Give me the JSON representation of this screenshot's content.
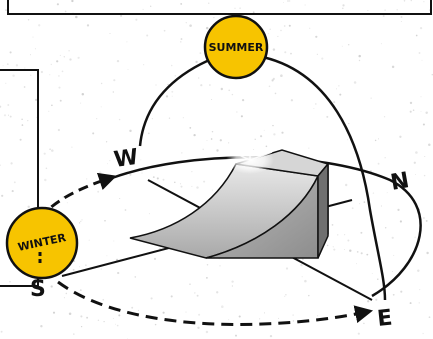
{
  "suns": {
    "summer": {
      "label": "SUMMER"
    },
    "winter": {
      "label": "WINTER"
    }
  },
  "directions": {
    "north": "N",
    "south": "S",
    "east": "E",
    "west": "W"
  },
  "colors": {
    "sun_fill": "#f7c400",
    "outline": "#111111",
    "background": "#ffffff",
    "speckle": "#c9c9c9",
    "building_front": "#9e9e9e",
    "building_side": "#7c7c7c",
    "building_top": "#d8d8d8"
  }
}
